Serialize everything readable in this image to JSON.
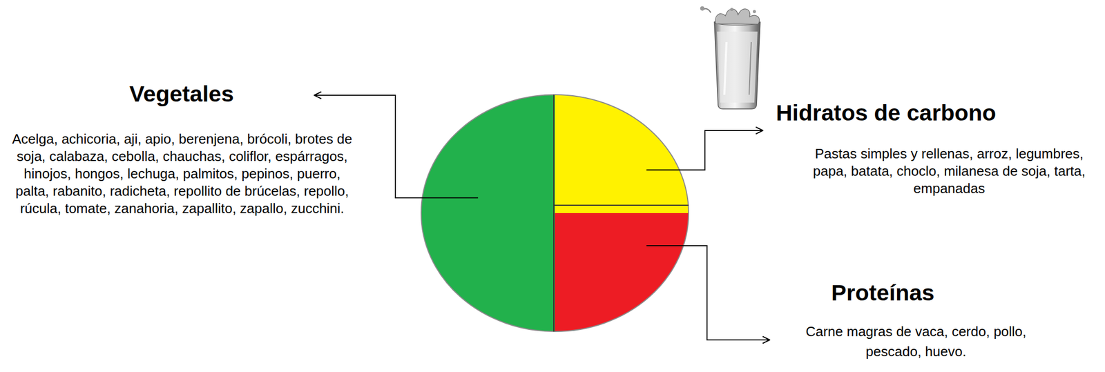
{
  "diagram": {
    "labels": [
      "Vegetales",
      "Acelga, achicoria, aji, apio, berenjena, brócoli, brotes de soja, calabaza, cebolla, chauchas, coliflor, espárragos, hinojos, hongos, lechuga, palmitos, pepinos, puerro, palta, rabanito, radicheta, repollito de brúcelas, repollo, rúcula, tomate, zanahoria, zapallito, zapallo, zucchini.",
      "Hidratos de carbono",
      "Pastas simples y rellenas, arroz, legumbres, papa, batata, choclo, milanesa de soja, tarta, empanadas",
      "Proteínas",
      "Carne magras de vaca, cerdo, pollo, pescado, huevo."
    ]
  }
}
